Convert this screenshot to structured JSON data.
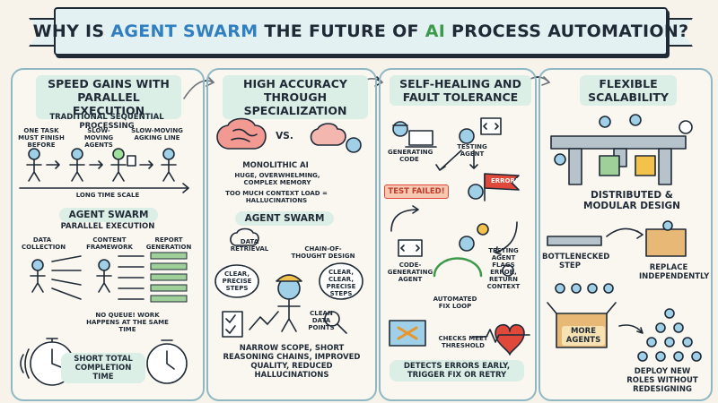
{
  "title": {
    "part1": "WHY IS ",
    "part2": "AGENT SWARM",
    "part3": " THE FUTURE OF ",
    "part4": "AI",
    "part5": " PROCESS AUTOMATION?"
  },
  "colors": {
    "blue": "#2f7fc1",
    "orange": "#e8962c",
    "green": "#3c9a4a",
    "red": "#e0493a",
    "ink": "#1f2a36"
  },
  "speed": {
    "heading": "SPEED GAINS WITH PARALLEL EXECUTION",
    "seq_title": "TRADITIONAL SEQUENTIAL PROCESSING",
    "note1": "ONE TASK MUST FINISH BEFORE",
    "note2": "SLOW-MOVING AGENTS",
    "note3": "SLOW-MOVING AGKING LINE",
    "timescale": "LONG TIME SCALE",
    "swarm_title": "AGENT SWARM",
    "swarm_sub": "PARALLEL EXECUTION",
    "col1": "DATA COLLECTION",
    "col2": "CONTENT FRAMEWORK",
    "col3": "REPORT GENERATION",
    "noqueue": "NO QUEUE! WORK HAPPENS AT THE SAME TIME",
    "short": "SHORT TOTAL COMPLETION TIME"
  },
  "accuracy": {
    "heading": "HIGH ACCURACY THROUGH SPECIALIZATION",
    "vs": "VS.",
    "mono_title": "MONOLITHIC AI",
    "mono_desc": "HUGE, OVERWHELMING, COMPLEX MEMORY",
    "mono_warn": "TOO MUCH CONTEXT LOAD = HALLUCINATIONS",
    "swarm_title": "AGENT SWARM",
    "retrieval": "DATA RETRIEVAL",
    "cot": "CHAIN-OF-THOUGHT DESIGN",
    "clear1": "CLEAR, PRECISE STEPS",
    "clear2": "CLEAR, CLEAR, PRECISE STEPS",
    "clean": "CLEAN DATA POINTS",
    "summary": "NARROW SCOPE, SHORT REASONING CHAINS, IMPROVED QUALITY, REDUCED HALLUCINATIONS"
  },
  "healing": {
    "heading": "SELF-HEALING AND FAULT TOLERANCE",
    "gen_code": "GENERATING CODE",
    "testing": "TESTING AGENT",
    "error": "ERROR!",
    "test_failed": "TEST FAILED!",
    "code_agent": "CODE-GENERATING AGENT",
    "flags": "TESTING AGENT FLAGS ERROR, RETURN CONTEXT",
    "fix_loop": "AUTOMATED FIX LOOP",
    "checks": "CHECKS MEET THRESHOLD",
    "detects": "DETECTS ERRORS EARLY, TRIGGER FIX OR RETRY"
  },
  "scale": {
    "heading": "FLEXIBLE SCALABILITY",
    "distributed": "DISTRIBUTED & MODULAR DESIGN",
    "bottleneck": "BOTTLENECKED STEP",
    "replace": "REPLACE INDEPENDENTLY",
    "more": "MORE AGENTS",
    "deploy": "DEPLOY NEW ROLES WITHOUT REDESIGNING"
  }
}
